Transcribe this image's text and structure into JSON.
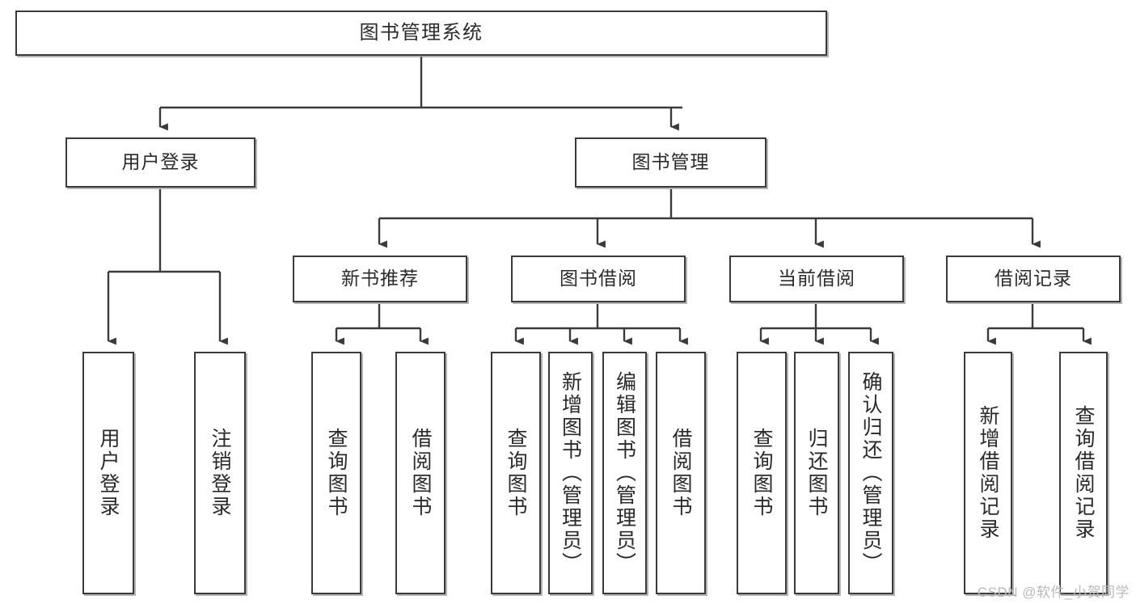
{
  "diagram": {
    "title": "图书管理系统",
    "type": "tree-hierarchy-diagram",
    "watermark": "CSDN @软件_小贺同学",
    "colors": {
      "box_border": "#3a3a3a",
      "box_fill": "#ffffff",
      "connector": "#3a3a3a",
      "text": "#2a2a2a",
      "watermark": "#b9b9b9",
      "background": "#ffffff"
    },
    "nodes": {
      "root": {
        "label": "图书管理系统"
      },
      "level2": [
        {
          "id": "user-login",
          "label": "用户登录"
        },
        {
          "id": "book-manage",
          "label": "图书管理"
        }
      ],
      "level3": [
        {
          "id": "new-book-recommend",
          "label": "新书推荐"
        },
        {
          "id": "book-borrow",
          "label": "图书借阅"
        },
        {
          "id": "current-borrow",
          "label": "当前借阅"
        },
        {
          "id": "borrow-record",
          "label": "借阅记录"
        }
      ],
      "leaves": {
        "user_login": [
          {
            "id": "leaf-user-login",
            "label": "用户登录"
          },
          {
            "id": "leaf-user-logout",
            "label": "注销登录"
          }
        ],
        "new_book_recommend": [
          {
            "id": "leaf-query-book-1",
            "label": "查询图书"
          },
          {
            "id": "leaf-borrow-book-1",
            "label": "借阅图书"
          }
        ],
        "book_borrow": [
          {
            "id": "leaf-query-book-2",
            "label": "查询图书"
          },
          {
            "id": "leaf-add-book",
            "label": "新增图书（管理员）"
          },
          {
            "id": "leaf-edit-book",
            "label": "编辑图书（管理员）"
          },
          {
            "id": "leaf-borrow-book-2",
            "label": "借阅图书"
          }
        ],
        "current_borrow": [
          {
            "id": "leaf-query-book-3",
            "label": "查询图书"
          },
          {
            "id": "leaf-return-book",
            "label": "归还图书"
          },
          {
            "id": "leaf-confirm-return",
            "label": "确认归还（管理员）"
          }
        ],
        "borrow_record": [
          {
            "id": "leaf-add-record",
            "label": "新增借阅记录"
          },
          {
            "id": "leaf-query-record",
            "label": "查询借阅记录"
          }
        ]
      }
    }
  }
}
